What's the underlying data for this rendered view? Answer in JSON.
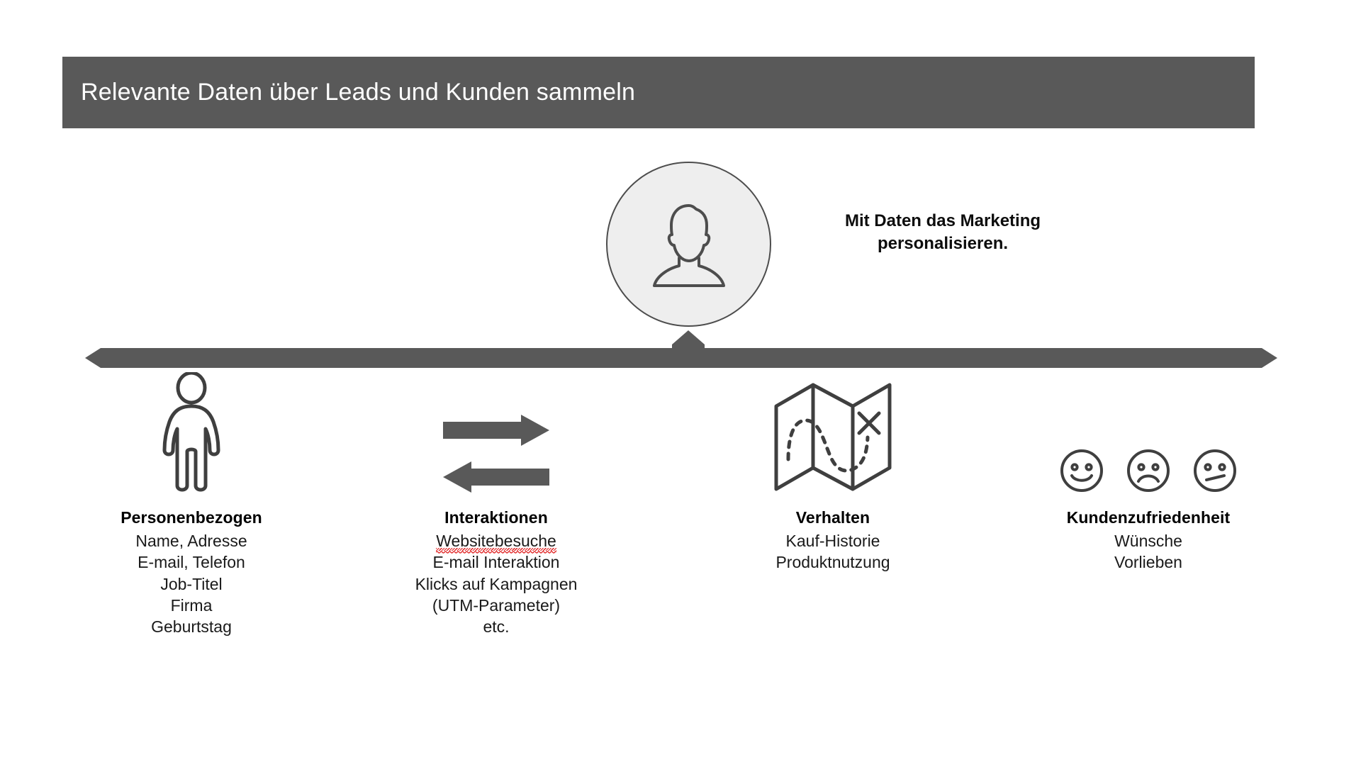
{
  "header": {
    "title": "Relevante Daten über Leads und Kunden sammeln",
    "bar_color": "#595959",
    "text_color": "#ffffff"
  },
  "avatar": {
    "icon": "user-avatar-icon",
    "fill": "#eeeeee",
    "stroke": "#4d4d4d"
  },
  "headline": {
    "line1": "Mit Daten das Marketing",
    "line2": "personalisieren."
  },
  "axis": {
    "icon": "double-headed-arrow",
    "color": "#595959",
    "connector_icon": "up-arrow-connector"
  },
  "columns": [
    {
      "icon": "person-standing-icon",
      "title": "Personenbezogen",
      "lines": [
        "Name, Adresse",
        "E-mail, Telefon",
        "Job-Titel",
        "Firma",
        "Geburtstag"
      ]
    },
    {
      "icon": "exchange-arrows-icon",
      "title": "Interaktionen",
      "lines": [
        "Websitebesuche",
        "E-mail Interaktion",
        "Klicks auf Kampagnen",
        "(UTM-Parameter)",
        "etc."
      ],
      "spellcheck_line_index": 0
    },
    {
      "icon": "folded-map-icon",
      "title": "Verhalten",
      "lines": [
        "Kauf-Historie",
        "Produktnutzung"
      ]
    },
    {
      "icon": "satisfaction-faces-icon",
      "title": "Kundenzufriedenheit",
      "lines": [
        "Wünsche",
        "Vorlieben"
      ]
    }
  ],
  "theme": {
    "stroke": "#3f3f3f",
    "fill_gray": "#595959",
    "background": "#ffffff",
    "spellcheck_underline": "#e02020"
  }
}
